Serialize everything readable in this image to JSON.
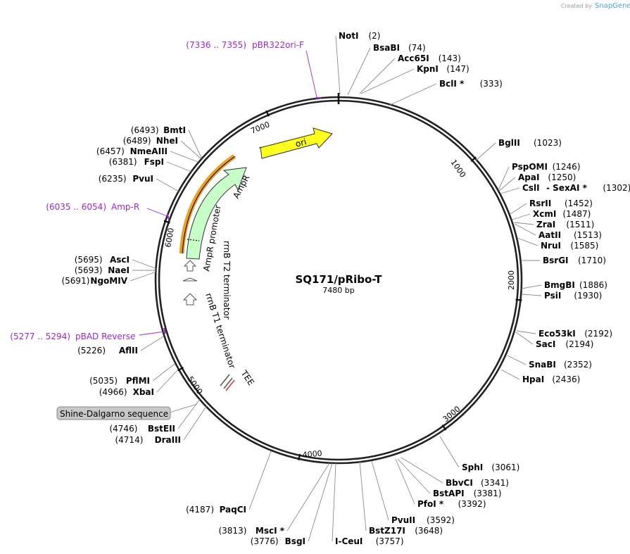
{
  "credit": {
    "created_by": "Created by",
    "brand": "SnapGene"
  },
  "plasmid": {
    "name": "SQ171/pRibo-T",
    "length_label": "7480 bp"
  },
  "ticks": [
    "1000",
    "2000",
    "3000",
    "4000",
    "5000",
    "6000",
    "7000"
  ],
  "features": {
    "ori": "ori",
    "ampr": "AmpR",
    "ampr_promoter": "AmpR promoter",
    "rrnb_t2": "rrnB T2 terminator",
    "rrnb_t1": "rrnB T1 terminator",
    "tee": "TEE",
    "shine_dalgarno": "Shine-Dalgarno sequence"
  },
  "primers": [
    {
      "range": "(7336 .. 7355)",
      "name": "pBR322ori-F"
    },
    {
      "range": "(6035 .. 6054)",
      "name": "Amp-R"
    },
    {
      "range": "(5277 .. 5294)",
      "name": "pBAD Reverse"
    }
  ],
  "sites": [
    {
      "name": "NotI",
      "pos": "(2)"
    },
    {
      "name": "BsaBI",
      "pos": "(74)"
    },
    {
      "name": "Acc65I",
      "pos": "(143)"
    },
    {
      "name": "KpnI",
      "pos": "(147)"
    },
    {
      "name": "BclI *",
      "pos": "(333)"
    },
    {
      "name": "BglII",
      "pos": "(1023)"
    },
    {
      "name": "PspOMI",
      "pos": "(1246)"
    },
    {
      "name": "ApaI",
      "pos": "(1250)"
    },
    {
      "name": "CslI",
      "pos": ""
    },
    {
      "name": "- SexAI *",
      "pos": "(1302)"
    },
    {
      "name": "RsrII",
      "pos": "(1452)"
    },
    {
      "name": "XcmI",
      "pos": "(1487)"
    },
    {
      "name": "ZraI",
      "pos": "(1511)"
    },
    {
      "name": "AatII",
      "pos": "(1513)"
    },
    {
      "name": "NruI",
      "pos": "(1585)"
    },
    {
      "name": "BsrGI",
      "pos": "(1710)"
    },
    {
      "name": "BmgBI",
      "pos": "(1886)"
    },
    {
      "name": "PsiI",
      "pos": "(1930)"
    },
    {
      "name": "Eco53kI",
      "pos": "(2192)"
    },
    {
      "name": "SacI",
      "pos": "(2194)"
    },
    {
      "name": "SnaBI",
      "pos": "(2352)"
    },
    {
      "name": "HpaI",
      "pos": "(2436)"
    },
    {
      "name": "SphI",
      "pos": "(3061)"
    },
    {
      "name": "BbvCI",
      "pos": "(3341)"
    },
    {
      "name": "BstAPI",
      "pos": "(3381)"
    },
    {
      "name": "PfoI *",
      "pos": "(3392)"
    },
    {
      "name": "PvuII",
      "pos": "(3592)"
    },
    {
      "name": "BstZ17I",
      "pos": "(3648)"
    },
    {
      "name": "I-CeuI",
      "pos": "(3757)"
    },
    {
      "name": "MscI *",
      "pos": "(3813)"
    },
    {
      "name": "BsgI",
      "pos": "(3776)"
    },
    {
      "name": "PaqCI",
      "pos": "(4187)"
    },
    {
      "name": "DraIII",
      "pos": "(4714)"
    },
    {
      "name": "BstEII",
      "pos": "(4746)"
    },
    {
      "name": "XbaI",
      "pos": "(4966)"
    },
    {
      "name": "PflMI",
      "pos": "(5035)"
    },
    {
      "name": "AflII",
      "pos": "(5226)"
    },
    {
      "name": "NgoMIV",
      "pos": "(5691)"
    },
    {
      "name": "NaeI",
      "pos": "(5693)"
    },
    {
      "name": "AscI",
      "pos": "(5695)"
    },
    {
      "name": "PvuI",
      "pos": "(6235)"
    },
    {
      "name": "FspI",
      "pos": "(6381)"
    },
    {
      "name": "NmeAIII",
      "pos": "(6457)"
    },
    {
      "name": "NheI",
      "pos": "(6489)"
    },
    {
      "name": "BmtI",
      "pos": "(6493)"
    }
  ]
}
